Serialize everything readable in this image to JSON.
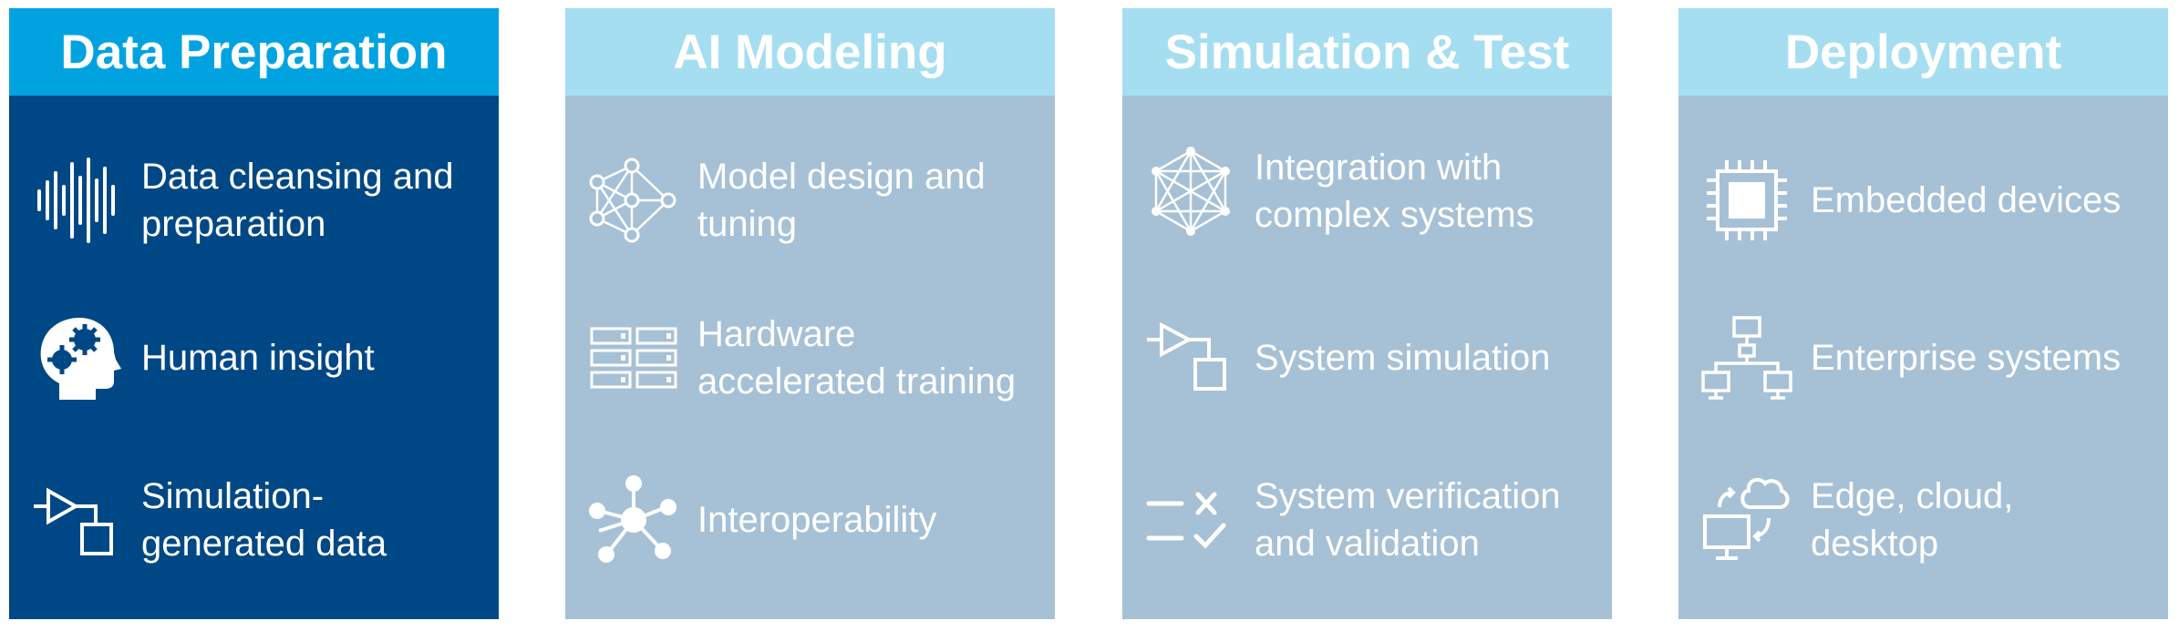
{
  "colors": {
    "active_header": "#00a3e0",
    "active_body": "#004885",
    "inactive_header": "#a6def1",
    "inactive_body": "#a6c1d6",
    "text": "#ffffff"
  },
  "columns": [
    {
      "title": "Data Preparation",
      "active": true,
      "items": [
        {
          "label": "Data cleansing and\npreparation",
          "icon": "waveform-icon"
        },
        {
          "label": "Human insight",
          "icon": "head-gears-icon"
        },
        {
          "label": "Simulation-\ngenerated data",
          "icon": "block-diagram-icon"
        }
      ]
    },
    {
      "title": "AI Modeling",
      "active": false,
      "items": [
        {
          "label": "Model design and\ntuning",
          "icon": "neural-network-icon"
        },
        {
          "label": "Hardware\naccelerated training",
          "icon": "server-rack-icon"
        },
        {
          "label": "Interoperability",
          "icon": "hub-network-icon"
        }
      ]
    },
    {
      "title": "Simulation & Test",
      "active": false,
      "items": [
        {
          "label": "Integration with\ncomplex systems",
          "icon": "mesh-network-icon"
        },
        {
          "label": "System simulation",
          "icon": "block-diagram-icon"
        },
        {
          "label": "System verification\nand validation",
          "icon": "checklist-icon"
        }
      ]
    },
    {
      "title": "Deployment",
      "active": false,
      "items": [
        {
          "label": "Embedded devices",
          "icon": "chip-icon"
        },
        {
          "label": "Enterprise systems",
          "icon": "network-tree-icon"
        },
        {
          "label": "Edge, cloud,\ndesktop",
          "icon": "cloud-desktop-icon"
        }
      ]
    }
  ]
}
